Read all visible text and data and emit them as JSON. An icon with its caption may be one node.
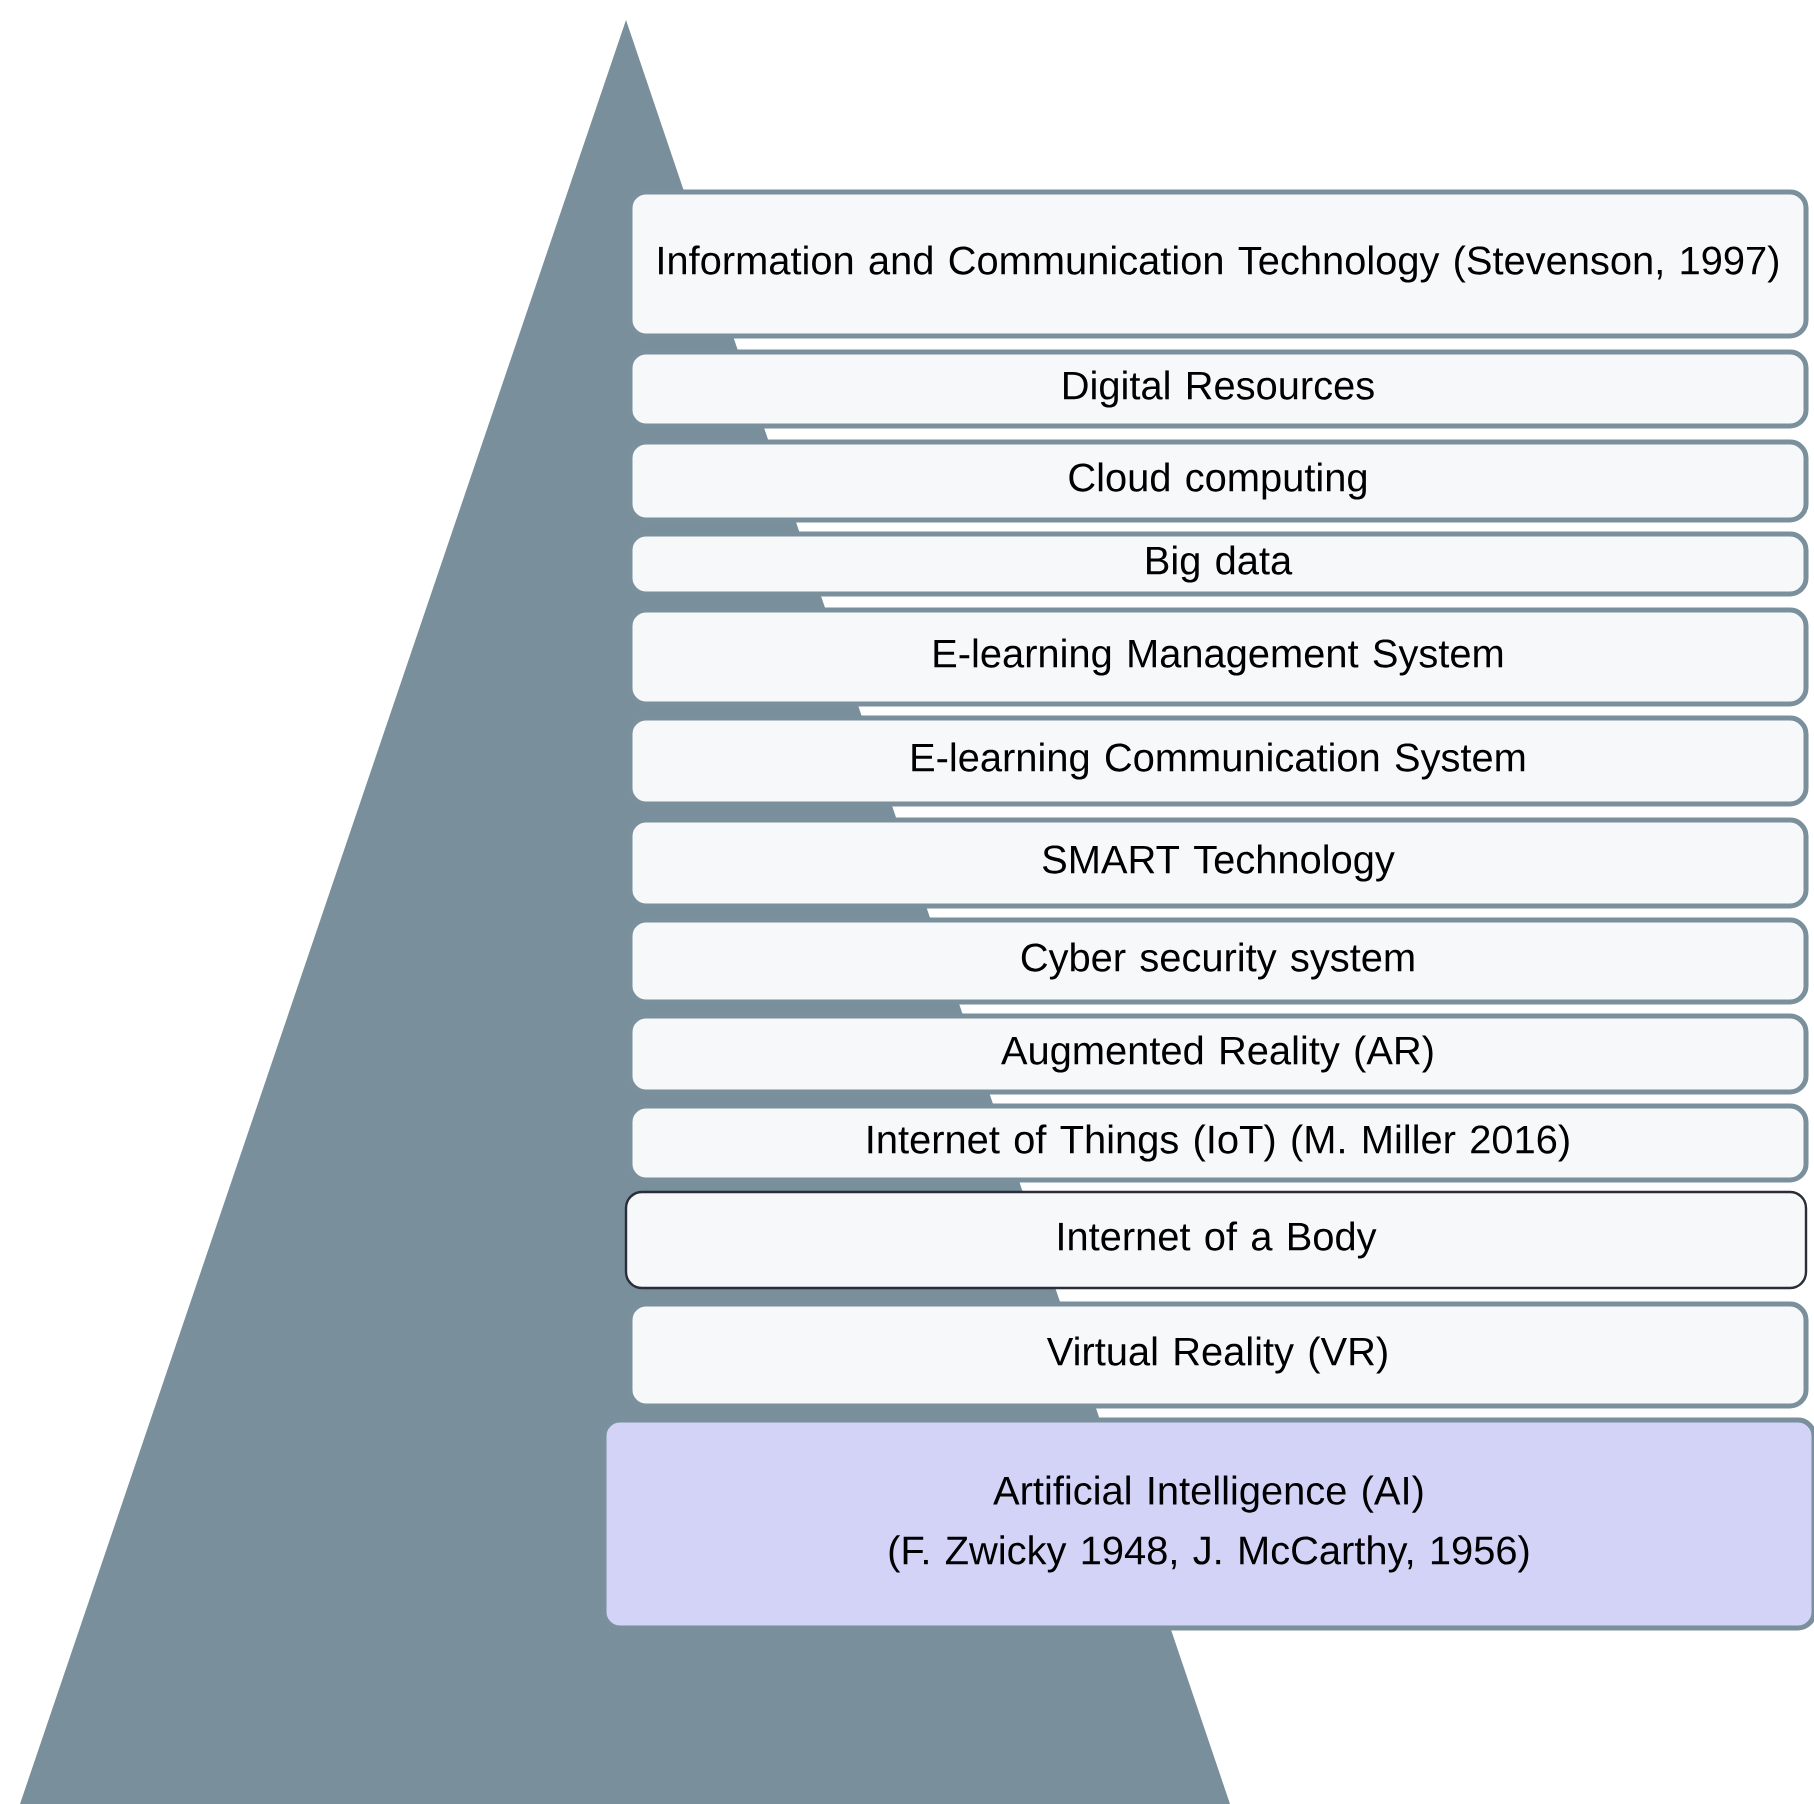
{
  "diagram": {
    "nodes": [
      {
        "text": [
          "Information and Communication Technology (Stevenson, 1997)"
        ]
      },
      {
        "text": [
          "Digital Resources"
        ]
      },
      {
        "text": [
          "Cloud computing"
        ]
      },
      {
        "text": [
          "Big data"
        ]
      },
      {
        "text": [
          "E-learning Management System"
        ]
      },
      {
        "text": [
          "E-learning Communication System"
        ]
      },
      {
        "text": [
          "SMART Technology"
        ]
      },
      {
        "text": [
          "Cyber security system"
        ]
      },
      {
        "text": [
          "Augmented Reality (AR)"
        ]
      },
      {
        "text": [
          "Internet of Things (IoT) (M. Miller 2016)"
        ]
      },
      {
        "text": [
          "Internet of a Body"
        ]
      },
      {
        "text": [
          "Virtual Reality (VR)"
        ]
      },
      {
        "text": [
          "Artificial Intelligence (AI)",
          "(F. Zwicky 1948, J. McCarthy, 1956)"
        ]
      }
    ]
  }
}
